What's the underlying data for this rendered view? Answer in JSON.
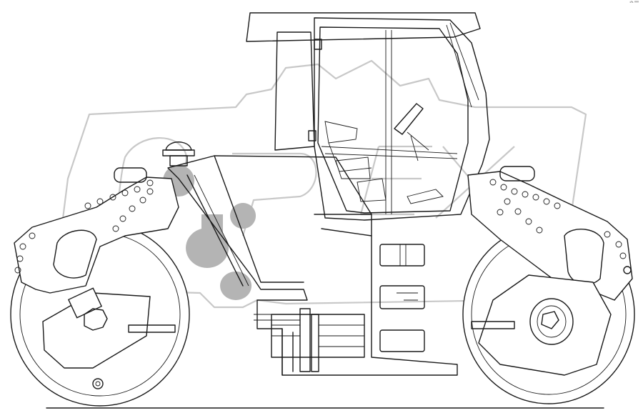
{
  "drawing": {
    "subject": "tandem-roller-side-view",
    "ref_code": "¹⁰¹ ⁰⁰⁰",
    "watermark_text": "OPEX",
    "colors": {
      "line": "#1a1a1a",
      "watermark": "#c8c8c8",
      "background": "#ffffff"
    }
  }
}
